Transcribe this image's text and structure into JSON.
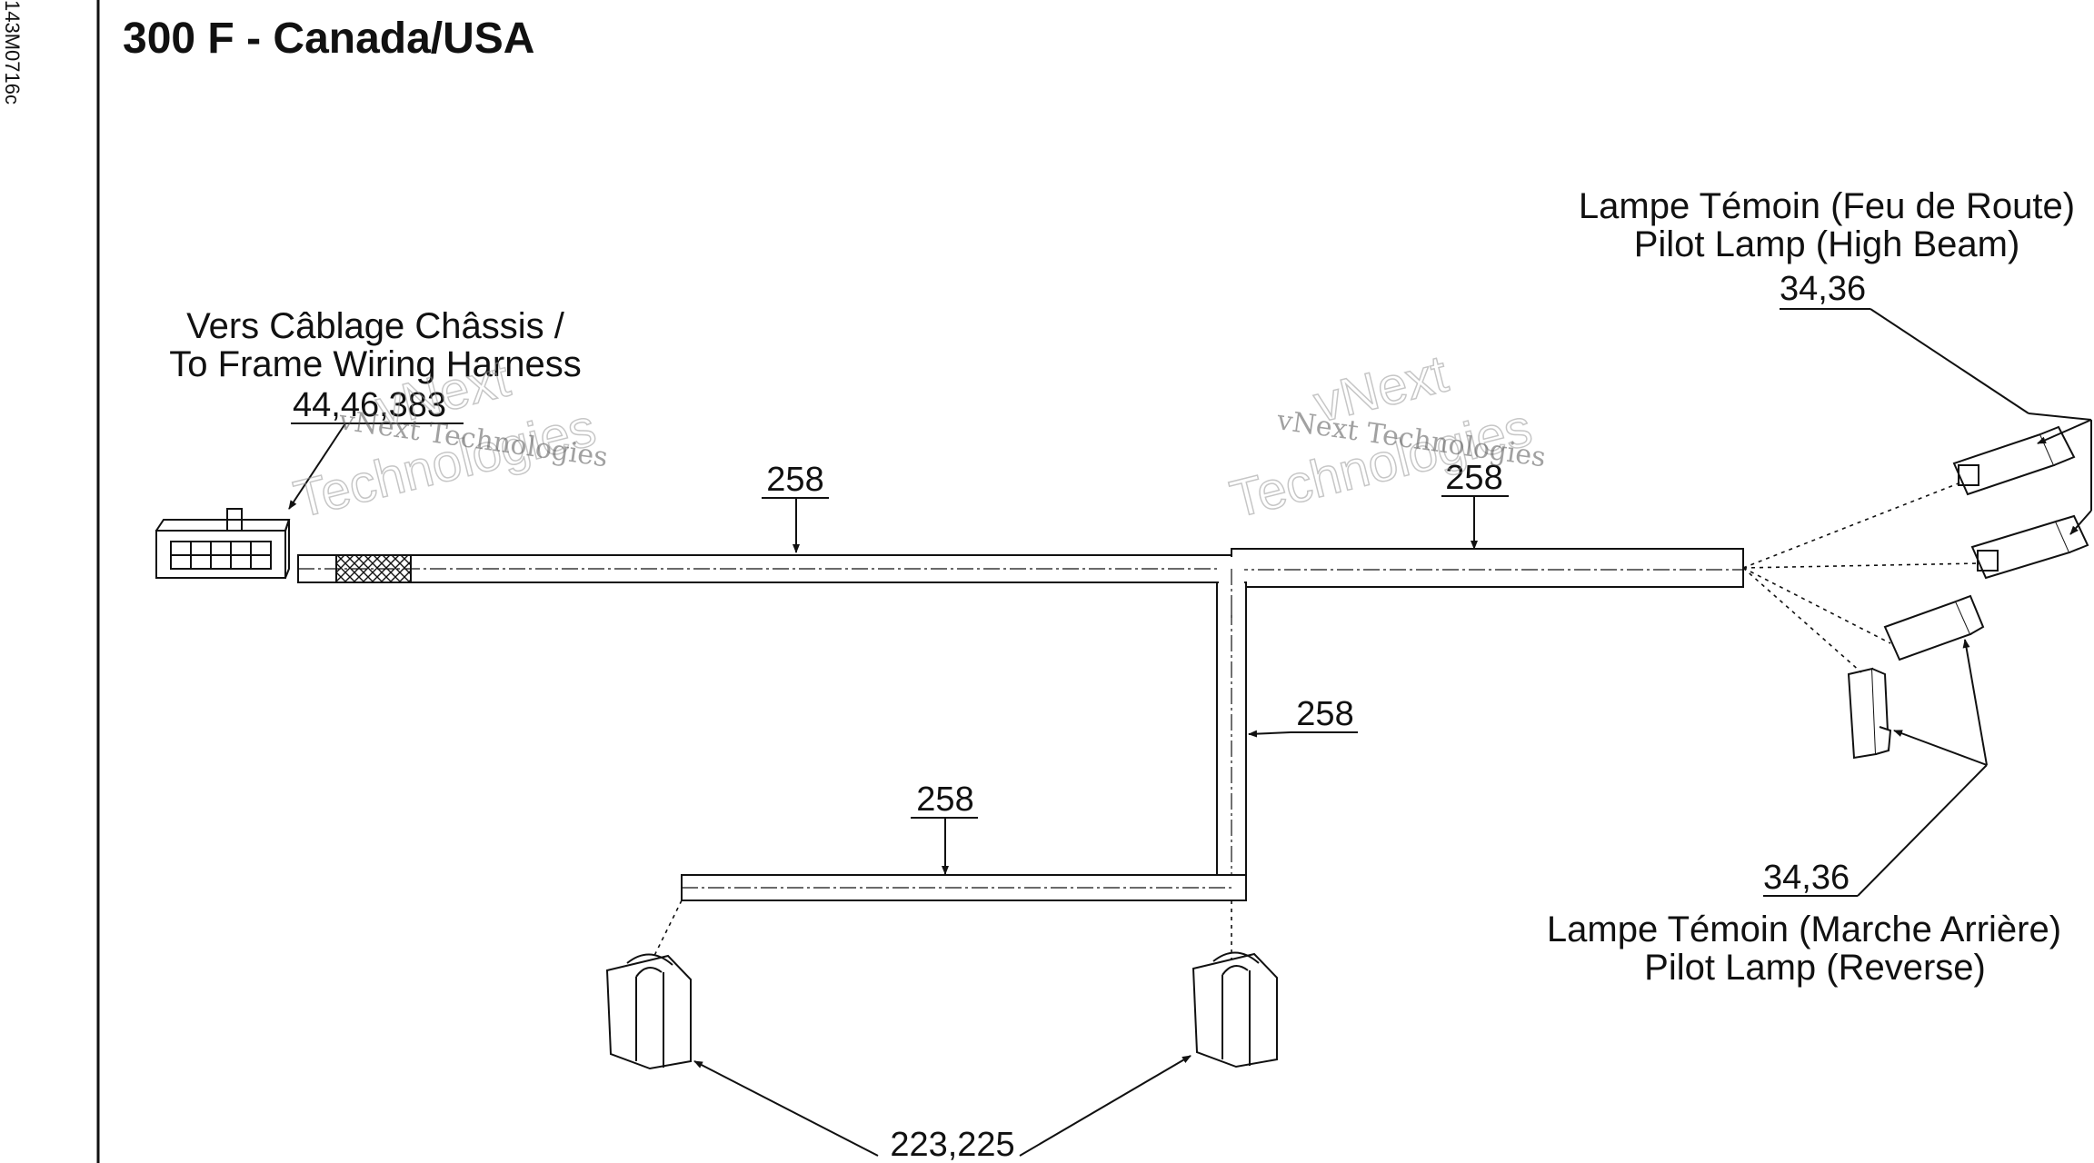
{
  "side_code": "143M0716c",
  "title": "300 F - Canada/USA",
  "callouts": {
    "frame_harness": {
      "line1": "Vers Câblage Châssis /",
      "line2": "To Frame Wiring Harness",
      "refs": "44,46,383"
    },
    "high_beam": {
      "line1": "Lampe Témoin (Feu de Route)",
      "line2": "Pilot Lamp (High Beam)",
      "refs": "34,36"
    },
    "reverse": {
      "refs": "34,36",
      "line1": "Lampe Témoin (Marche Arrière)",
      "line2": "Pilot Lamp (Reverse)"
    },
    "bottom_connectors": {
      "refs": "223,225"
    }
  },
  "wire_refs": {
    "main_left": "258",
    "main_right": "258",
    "vertical": "258",
    "lower": "258"
  },
  "watermark": {
    "small": "vNext Technologies",
    "big_line1": "vNext",
    "big_line2": "Technologies"
  }
}
